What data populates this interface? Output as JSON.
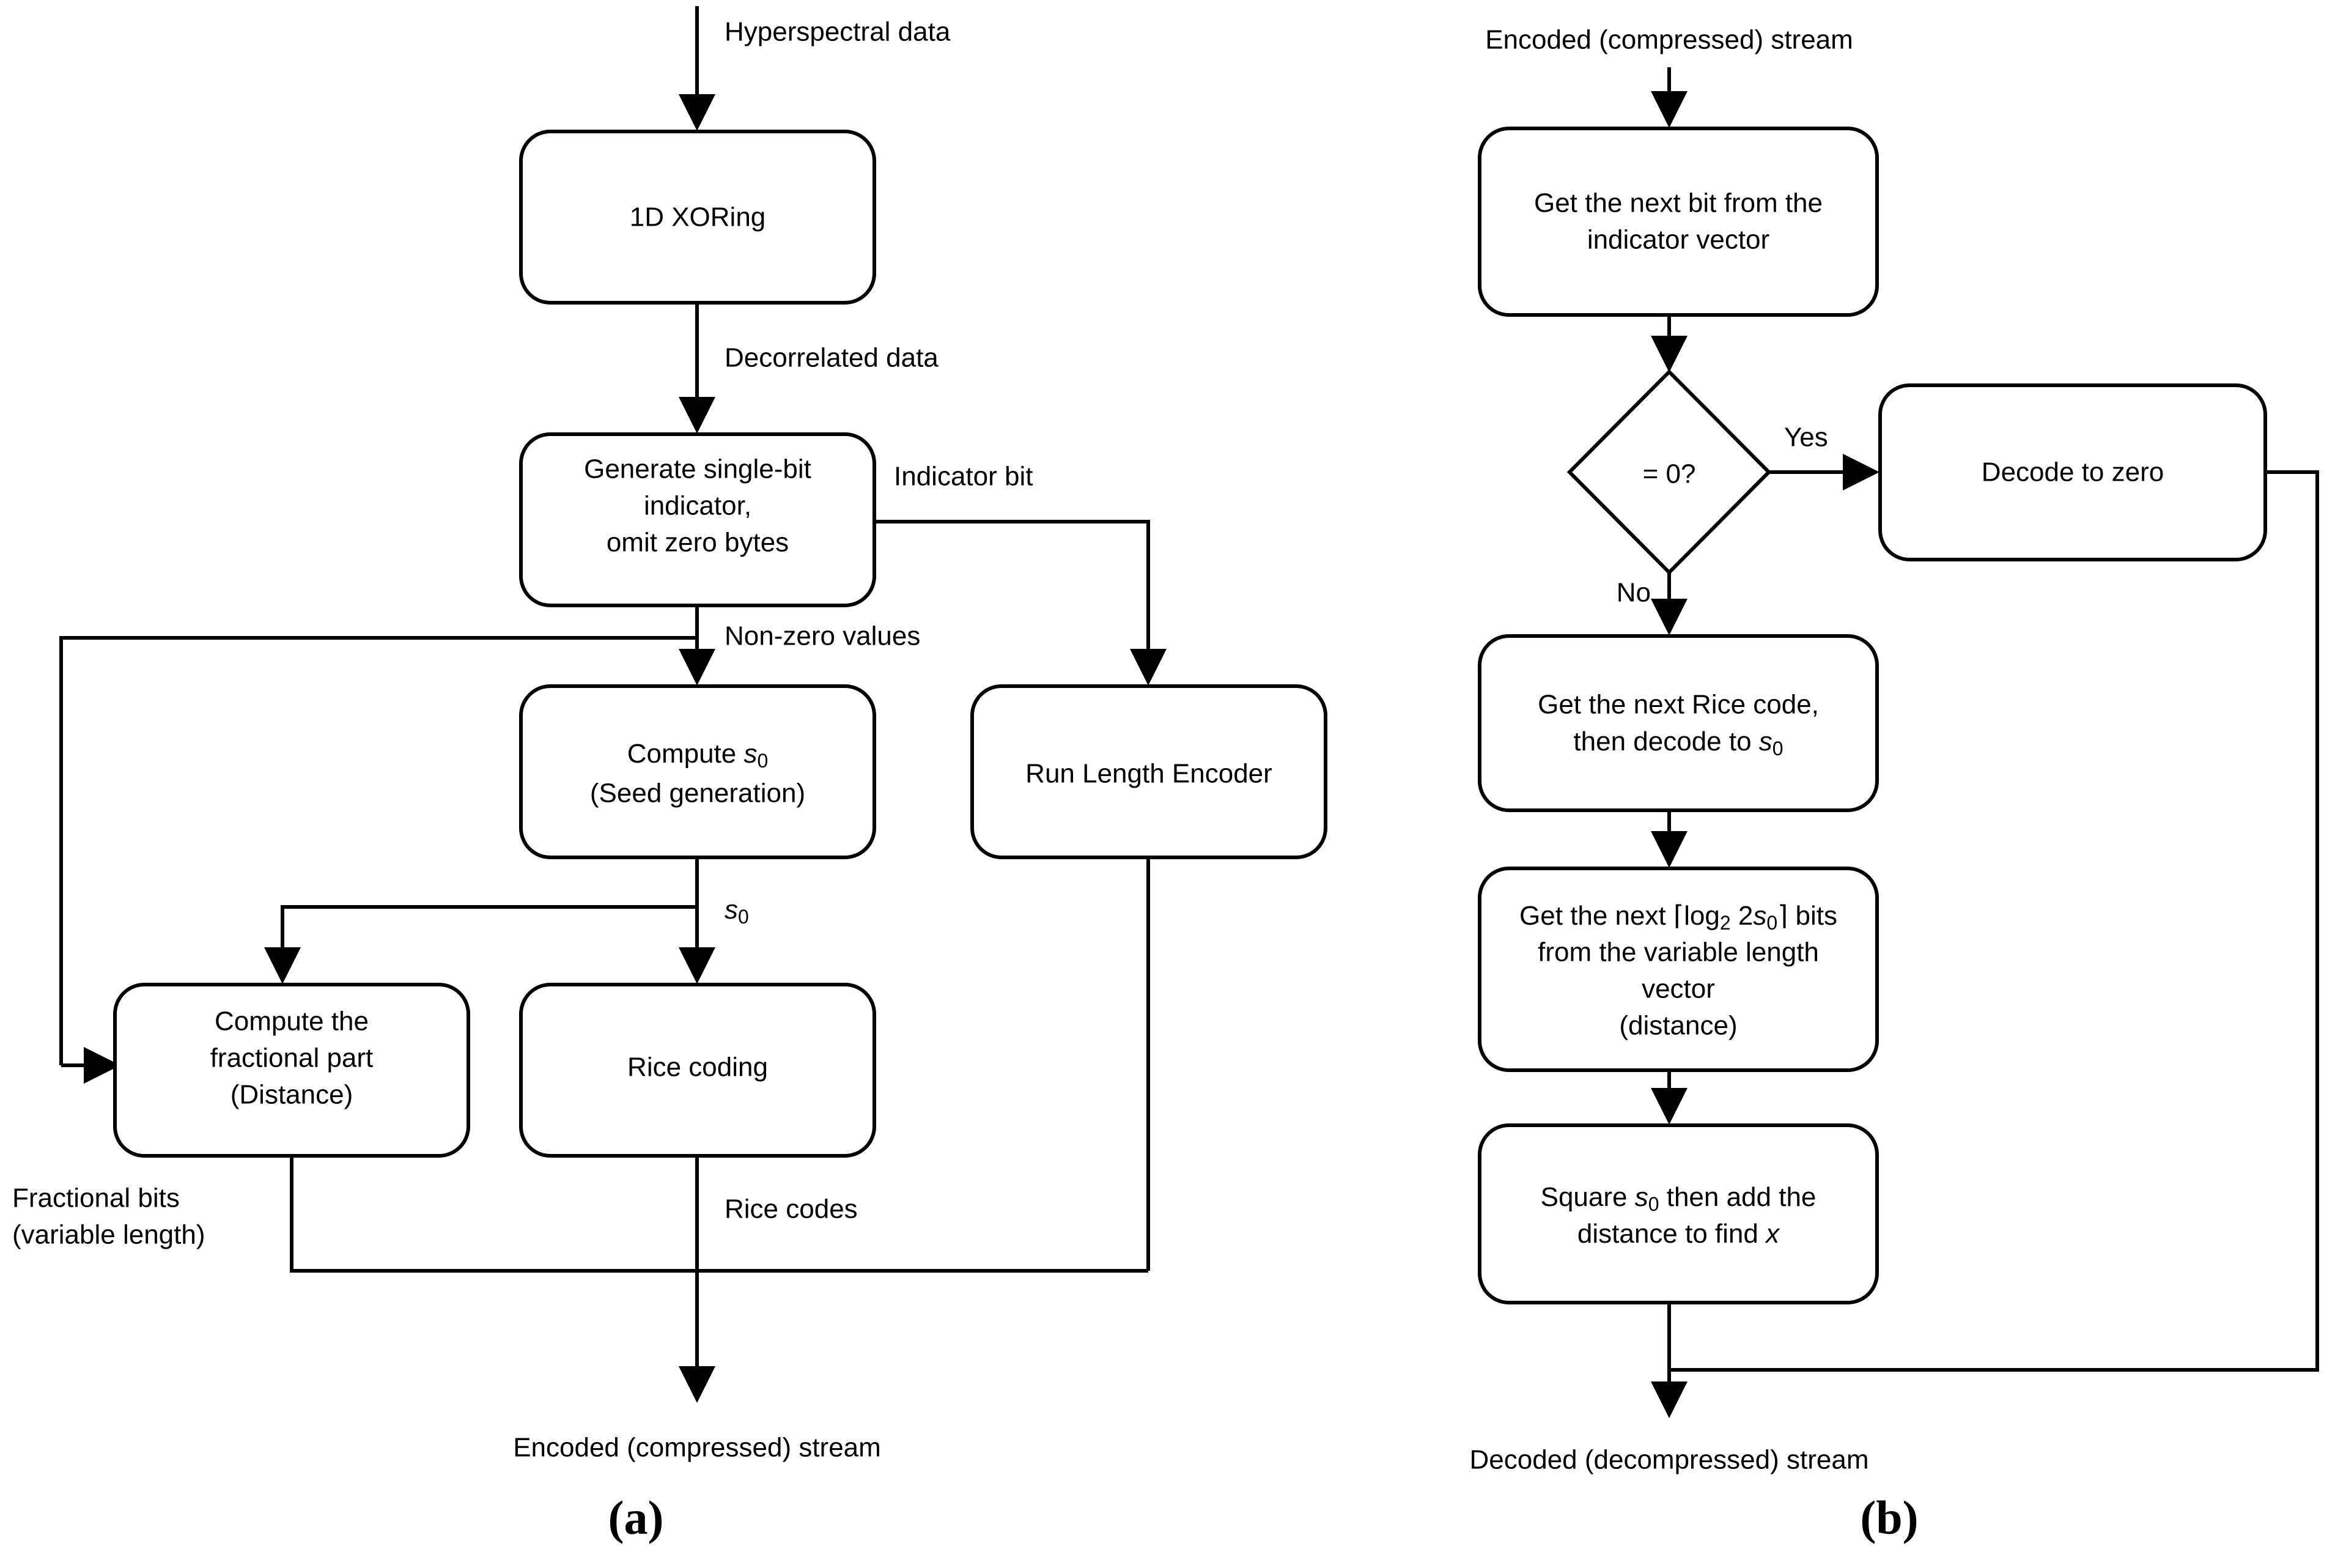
{
  "figure": {
    "panels": [
      {
        "caption": "(a)",
        "title": "Encoder flowchart",
        "inputs": [
          {
            "id": "hyperspectral-data",
            "label": "Hyperspectral data"
          }
        ],
        "outputs": [
          {
            "id": "encoded-stream",
            "label": "Encoded (compressed) stream"
          }
        ],
        "nodes": [
          {
            "id": "xoring",
            "shape": "rounded-rect",
            "lines": [
              "1D XORing"
            ]
          },
          {
            "id": "generate-indicator",
            "shape": "rounded-rect",
            "lines": [
              "Generate single-bit",
              "indicator,",
              "omit zero bytes"
            ]
          },
          {
            "id": "compute-s0",
            "shape": "rounded-rect",
            "lines": [
              "Compute s₀",
              "(Seed generation)"
            ]
          },
          {
            "id": "run-length-encoder",
            "shape": "rounded-rect",
            "lines": [
              "Run Length Encoder"
            ]
          },
          {
            "id": "compute-fractional",
            "shape": "rounded-rect",
            "lines": [
              "Compute the",
              "fractional part",
              "(Distance)"
            ]
          },
          {
            "id": "rice-coding",
            "shape": "rounded-rect",
            "lines": [
              "Rice coding"
            ]
          }
        ],
        "edges": [
          {
            "id": "decorrelated-data",
            "label": "Decorrelated data",
            "from": "xoring",
            "to": "generate-indicator"
          },
          {
            "id": "indicator-bit",
            "label": "Indicator bit",
            "from": "generate-indicator",
            "to": "run-length-encoder"
          },
          {
            "id": "non-zero-values",
            "label": "Non-zero values",
            "from": "generate-indicator",
            "to": "compute-s0"
          },
          {
            "id": "s0",
            "label": "s₀",
            "from": "compute-s0",
            "to": "rice-coding"
          },
          {
            "id": "fractional-bits",
            "label": "Fractional bits\n(variable length)",
            "label_line_1": "Fractional bits",
            "label_line_2": "(variable length)",
            "from": "compute-fractional",
            "to": "encoded-stream"
          },
          {
            "id": "rice-codes",
            "label": "Rice codes",
            "from": "rice-coding",
            "to": "encoded-stream"
          }
        ]
      },
      {
        "caption": "(b)",
        "title": "Decoder flowchart",
        "inputs": [
          {
            "id": "encoded-stream-in",
            "label": "Encoded (compressed) stream"
          }
        ],
        "outputs": [
          {
            "id": "decoded-stream",
            "label": "Decoded (decompressed) stream"
          }
        ],
        "nodes": [
          {
            "id": "get-next-bit",
            "shape": "rounded-rect",
            "lines": [
              "Get the next bit from the",
              "indicator vector"
            ]
          },
          {
            "id": "is-zero",
            "shape": "diamond",
            "lines": [
              "= 0?"
            ]
          },
          {
            "id": "decode-to-zero",
            "shape": "rounded-rect",
            "lines": [
              "Decode to zero"
            ]
          },
          {
            "id": "get-rice-code",
            "shape": "rounded-rect",
            "lines": [
              "Get the next Rice code,",
              "then decode to s₀"
            ]
          },
          {
            "id": "get-log-bits",
            "shape": "rounded-rect",
            "lines": [
              "Get the next ⌈log₂ 2s₀⌉ bits",
              "from the variable length",
              "vector",
              "(distance)"
            ]
          },
          {
            "id": "square-s0",
            "shape": "rounded-rect",
            "lines": [
              "Square s₀ then add the",
              "distance to find x"
            ]
          }
        ],
        "edges": [
          {
            "id": "yes-branch",
            "label": "Yes",
            "from": "is-zero",
            "to": "decode-to-zero"
          },
          {
            "id": "no-branch",
            "label": "No",
            "from": "is-zero",
            "to": "get-rice-code"
          }
        ]
      }
    ]
  },
  "labels": {
    "hyperspectral_data": "Hyperspectral data",
    "decorrelated_data": "Decorrelated data",
    "indicator_bit": "Indicator bit",
    "non_zero_values": "Non-zero values",
    "s0": "s",
    "s0_sub": "0",
    "fractional_bits_l1": "Fractional bits",
    "fractional_bits_l2": "(variable length)",
    "rice_codes": "Rice codes",
    "encoded_stream_out": "Encoded (compressed) stream",
    "encoded_stream_in": "Encoded (compressed) stream",
    "yes": "Yes",
    "no": "No",
    "decoded_stream": "Decoded (decompressed) stream",
    "caption_a": "(a)",
    "caption_b": "(b)"
  },
  "nodes": {
    "xoring": "1D XORing",
    "gen_ind_l1": "Generate single-bit",
    "gen_ind_l2": "indicator,",
    "gen_ind_l3": "omit zero bytes",
    "compute_s0_l1_pre": "Compute ",
    "compute_s0_l1_var": "s",
    "compute_s0_l1_sub": "0",
    "compute_s0_l2": "(Seed generation)",
    "run_length_encoder": "Run Length Encoder",
    "frac_l1": "Compute the",
    "frac_l2": "fractional part",
    "frac_l3": "(Distance)",
    "rice_coding": "Rice coding",
    "get_bit_l1": "Get the next bit from the",
    "get_bit_l2": "indicator vector",
    "is_zero": "= 0?",
    "decode_zero": "Decode to zero",
    "rice_dec_l1": "Get the next Rice code,",
    "rice_dec_l2_pre": "then decode to ",
    "rice_dec_l2_var": "s",
    "rice_dec_l2_sub": "0",
    "log_l1_pre": "Get the next ",
    "log_l1_bracket_open": "⌈log",
    "log_l1_base": "2",
    "log_l1_mid": " 2",
    "log_l1_var": "s",
    "log_l1_sub": "0",
    "log_l1_bracket_close": "⌉",
    "log_l1_post": " bits",
    "log_l2": "from the variable length",
    "log_l3": "vector",
    "log_l4": "(distance)",
    "square_l1_pre": "Square ",
    "square_l1_var": "s",
    "square_l1_sub": "0",
    "square_l1_post": " then add the",
    "square_l2_pre": "distance to find ",
    "square_l2_var": "x"
  },
  "colors": {
    "stroke": "#000000",
    "fill": "#ffffff",
    "text": "#000000",
    "background": "#ffffff"
  }
}
